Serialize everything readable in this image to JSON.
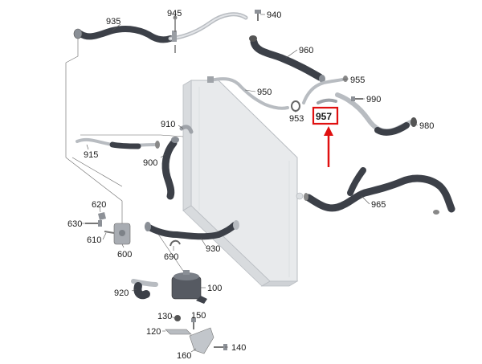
{
  "parts": [
    {
      "id": "935",
      "label": "935",
      "name": "hose"
    },
    {
      "id": "945",
      "label": "945",
      "name": "bolt"
    },
    {
      "id": "940",
      "label": "940",
      "name": "bolt"
    },
    {
      "id": "960",
      "label": "960",
      "name": "hose"
    },
    {
      "id": "950",
      "label": "950",
      "name": "pipe"
    },
    {
      "id": "955",
      "label": "955",
      "name": "pipe"
    },
    {
      "id": "990",
      "label": "990",
      "name": "bolt"
    },
    {
      "id": "953",
      "label": "953",
      "name": "clip"
    },
    {
      "id": "957",
      "label": "957",
      "name": "connector"
    },
    {
      "id": "980",
      "label": "980",
      "name": "hose"
    },
    {
      "id": "910",
      "label": "910",
      "name": "connector"
    },
    {
      "id": "915",
      "label": "915",
      "name": "pipe"
    },
    {
      "id": "900",
      "label": "900",
      "name": "hose"
    },
    {
      "id": "965",
      "label": "965",
      "name": "hose"
    },
    {
      "id": "620",
      "label": "620",
      "name": "bracket"
    },
    {
      "id": "630",
      "label": "630",
      "name": "bolt"
    },
    {
      "id": "610",
      "label": "610",
      "name": "bolt"
    },
    {
      "id": "600",
      "label": "600",
      "name": "valve"
    },
    {
      "id": "690",
      "label": "690",
      "name": "clip"
    },
    {
      "id": "930",
      "label": "930",
      "name": "hose"
    },
    {
      "id": "920",
      "label": "920",
      "name": "hose"
    },
    {
      "id": "100",
      "label": "100",
      "name": "pump"
    },
    {
      "id": "130",
      "label": "130",
      "name": "grommet"
    },
    {
      "id": "150",
      "label": "150",
      "name": "bolt"
    },
    {
      "id": "120",
      "label": "120",
      "name": "bracket"
    },
    {
      "id": "140",
      "label": "140",
      "name": "bolt"
    },
    {
      "id": "160",
      "label": "160",
      "name": "bracket"
    }
  ],
  "highlight": {
    "part": "957",
    "label": "957",
    "box_color": "#e01010",
    "arrow_color": "#e01010"
  },
  "colors": {
    "hose": "#3c4048",
    "hose_light": "#6a6f78",
    "radiator": "#eceef0",
    "radiator_edge": "#b9bdc2",
    "metal": "#c9ccd0"
  }
}
